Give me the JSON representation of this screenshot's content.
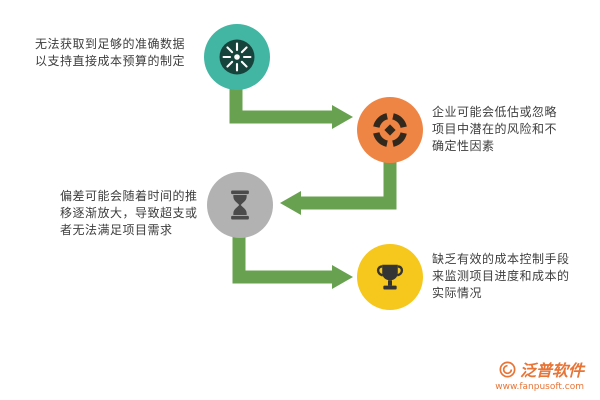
{
  "diagram": {
    "arrow_color": "#68a14f",
    "steps": [
      {
        "text": "无法获取到足够的准确数据以支持直接成本预算的制定",
        "color": "#42b6a3",
        "icon": "kiwi-icon",
        "icon_color": "#16443d"
      },
      {
        "text": "企业可能会低估或忽略项目中潜在的风险和不确定性因素",
        "color": "#ef8545",
        "icon": "compass-icon",
        "icon_color": "#33281c"
      },
      {
        "text": "偏差可能会随着时间的推移逐渐放大，导致超支或者无法满足项目需求",
        "color": "#b2b2b2",
        "icon": "hourglass-icon",
        "icon_color": "#4b4b4b"
      },
      {
        "text": "缺乏有效的成本控制手段来监测项目进度和成本的实际情况",
        "color": "#f6c71c",
        "icon": "trophy-icon",
        "icon_color": "#343434"
      }
    ]
  },
  "footer": {
    "brand": "泛普软件",
    "url": "www.fanpusoft.com",
    "color": "#e87436"
  }
}
